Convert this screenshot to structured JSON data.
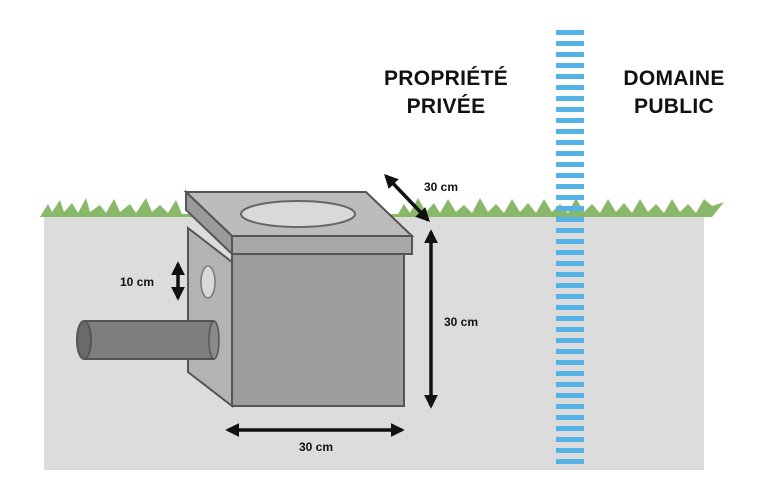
{
  "headings": {
    "private_line1": "PROPRIÉTÉ",
    "private_line2": "PRIVÉE",
    "public_line1": "DOMAINE",
    "public_line2": "PUBLIC"
  },
  "dimensions": {
    "top_depth": "30 cm",
    "height": "30 cm",
    "width": "30 cm",
    "pipe_offset": "10 cm"
  },
  "colors": {
    "ground": "#dcdcdc",
    "grass": "#8ab86a",
    "box_front": "#9c9c9c",
    "box_side": "#b3b3b3",
    "box_top": "#bcbcbc",
    "box_edge": "#555555",
    "pipe": "#7e7e7e",
    "boundary_dash": "#55b2e6",
    "text": "#111111"
  }
}
